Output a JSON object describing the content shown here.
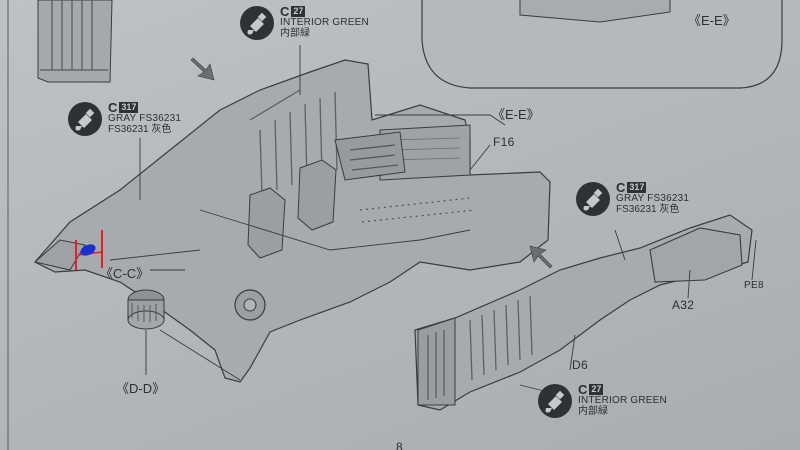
{
  "paint_callouts": [
    {
      "letter": "C",
      "code": "27",
      "name": "INTERIOR GREEN",
      "name2": "内部緑"
    },
    {
      "letter": "C",
      "code": "317",
      "name": "GRAY FS36231",
      "name2": "FS36231 灰色"
    },
    {
      "letter": "C",
      "code": "317",
      "name": "GRAY FS36231",
      "name2": "FS36231 灰色"
    },
    {
      "letter": "C",
      "code": "27",
      "name": "INTERIOR GREEN",
      "name2": "内部緑"
    }
  ],
  "section_labels": {
    "ee_top": "《E-E》",
    "ee_arrow": "《E-E》",
    "cc": "《C-C》",
    "dd": "《D-D》"
  },
  "part_codes": {
    "f16": "F16",
    "a32": "A32",
    "pe8": "PE8",
    "d6": "D6"
  },
  "page_number": "8",
  "colors": {
    "paper": "#b9bcbf",
    "ink": "#2d2f31",
    "part_fill": "#a8abad",
    "marker_red": "#e0202a",
    "marker_blue": "#1a2fd0"
  }
}
